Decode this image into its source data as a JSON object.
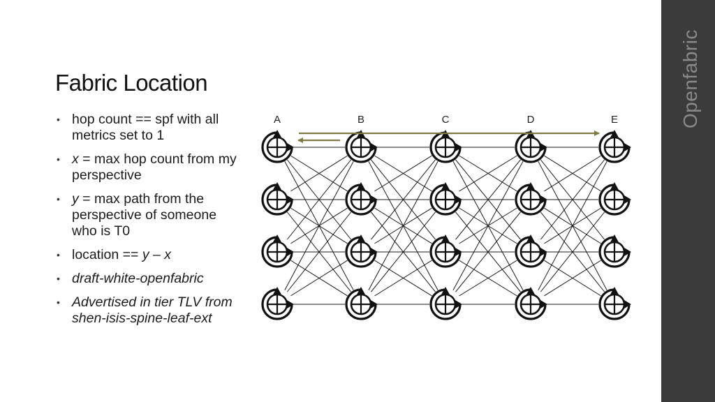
{
  "slide": {
    "title": "Fabric Location",
    "sidebar_label": "Openfabric",
    "bullets": [
      {
        "segments": [
          {
            "text": "hop count == spf with all metrics set to 1",
            "italic": false
          }
        ]
      },
      {
        "segments": [
          {
            "text": "x",
            "italic": true
          },
          {
            "text": " = max hop count from my perspective",
            "italic": false
          }
        ]
      },
      {
        "segments": [
          {
            "text": "y",
            "italic": true
          },
          {
            "text": " = max path from the perspective of someone who is T0",
            "italic": false
          }
        ]
      },
      {
        "segments": [
          {
            "text": "location == ",
            "italic": false
          },
          {
            "text": "y – x",
            "italic": true
          }
        ]
      },
      {
        "segments": [
          {
            "text": "draft-white-openfabric",
            "italic": true
          }
        ]
      },
      {
        "segments": [
          {
            "text": "Advertised in tier TLV from shen-isis-spine-leaf-ext",
            "italic": true
          }
        ]
      }
    ]
  },
  "diagram": {
    "columns": [
      "A",
      "B",
      "C",
      "D",
      "E"
    ],
    "rows_per_column": 4,
    "node_icon": "router-icon",
    "arrow_color": "#7f7a45",
    "link_color": "#1a1a1a",
    "arrows": [
      {
        "from": "A",
        "to": "E",
        "direction": "right"
      },
      {
        "from": "B",
        "to": "A",
        "direction": "left"
      }
    ]
  }
}
